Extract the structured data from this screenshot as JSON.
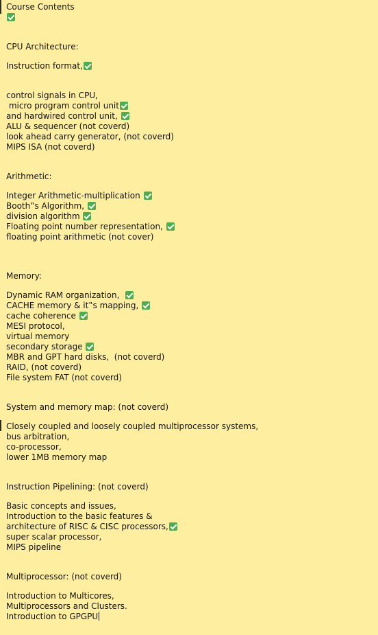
{
  "title": "Course Contents",
  "sections": {
    "cpu": {
      "heading": "CPU Architecture:",
      "items": [
        "Instruction format,",
        "control signals in CPU,",
        " micro program control unit",
        "and hardwired control unit, ",
        "ALU & sequencer (not coverd)",
        "look ahead carry generator, (not coverd)",
        "MIPS ISA (not coverd)"
      ]
    },
    "arithmetic": {
      "heading": "Arithmetic:",
      "items": [
        "Integer Arithmetic-multiplication ",
        "Booth‟s Algorithm, ",
        "division algorithm ",
        "Floating point number representation, ",
        "floating point arithmetic (not cover)"
      ]
    },
    "memory": {
      "heading": "Memory:",
      "items": [
        "Dynamic RAM organization,  ",
        "CACHE memory & it‟s mapping, ",
        "cache coherence ",
        "MESI protocol,",
        "virtual memory",
        "secondary storage ",
        "MBR and GPT hard disks,  (not coverd)",
        "RAID, (not coverd)",
        "File system FAT (not coverd)"
      ]
    },
    "system": {
      "heading": "System and memory map: (not coverd)",
      "items": [
        "Closely coupled and loosely coupled multiprocessor systems,",
        "bus arbitration,",
        "co-processor,",
        "lower 1MB memory map"
      ]
    },
    "pipelining": {
      "heading": "Instruction Pipelining: (not coverd)",
      "items": [
        "Basic concepts and issues,",
        "Introduction to the basic features &",
        "architecture of RISC & CISC processors,",
        "super scalar processor,",
        "MIPS pipeline"
      ]
    },
    "multiprocessor": {
      "heading": "Multiprocessor: (not coverd)",
      "items": [
        "Introduction to Multicores,",
        "Multiprocessors and Clusters.",
        "Introduction to GPGPU"
      ]
    }
  },
  "colors": {
    "note_background": "#fdeea0",
    "text": "#111111",
    "check_mark": "#4cae4f"
  },
  "icons": {
    "done": "check-mark-icon",
    "cursor": "text-cursor"
  }
}
